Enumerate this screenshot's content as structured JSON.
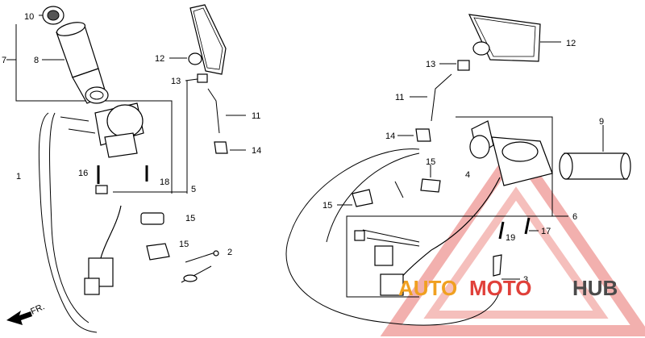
{
  "diagram": {
    "callouts": {
      "c10": "10",
      "c7": "7",
      "c8": "8",
      "c12_left": "12",
      "c13_left": "13",
      "c11_left": "11",
      "c14_left": "14",
      "c1": "1",
      "c16": "16",
      "c18": "18",
      "c5": "5",
      "c15_left_a": "15",
      "c15_left_b": "15",
      "c2": "2",
      "c12_right": "12",
      "c13_right": "13",
      "c11_right": "11",
      "c14_right": "14",
      "c15_right_a": "15",
      "c15_right_b": "15",
      "c4": "4",
      "c9": "9",
      "c6": "6",
      "c17": "17",
      "c19": "19",
      "c3": "3"
    },
    "fr_label": "FR."
  },
  "watermark": {
    "part1": "AUTO",
    "part2": "MOTO",
    "part3": "HUB",
    "colors": {
      "red": "#e0403a",
      "orange": "#f0a020",
      "dark": "#4a4a4a"
    }
  }
}
